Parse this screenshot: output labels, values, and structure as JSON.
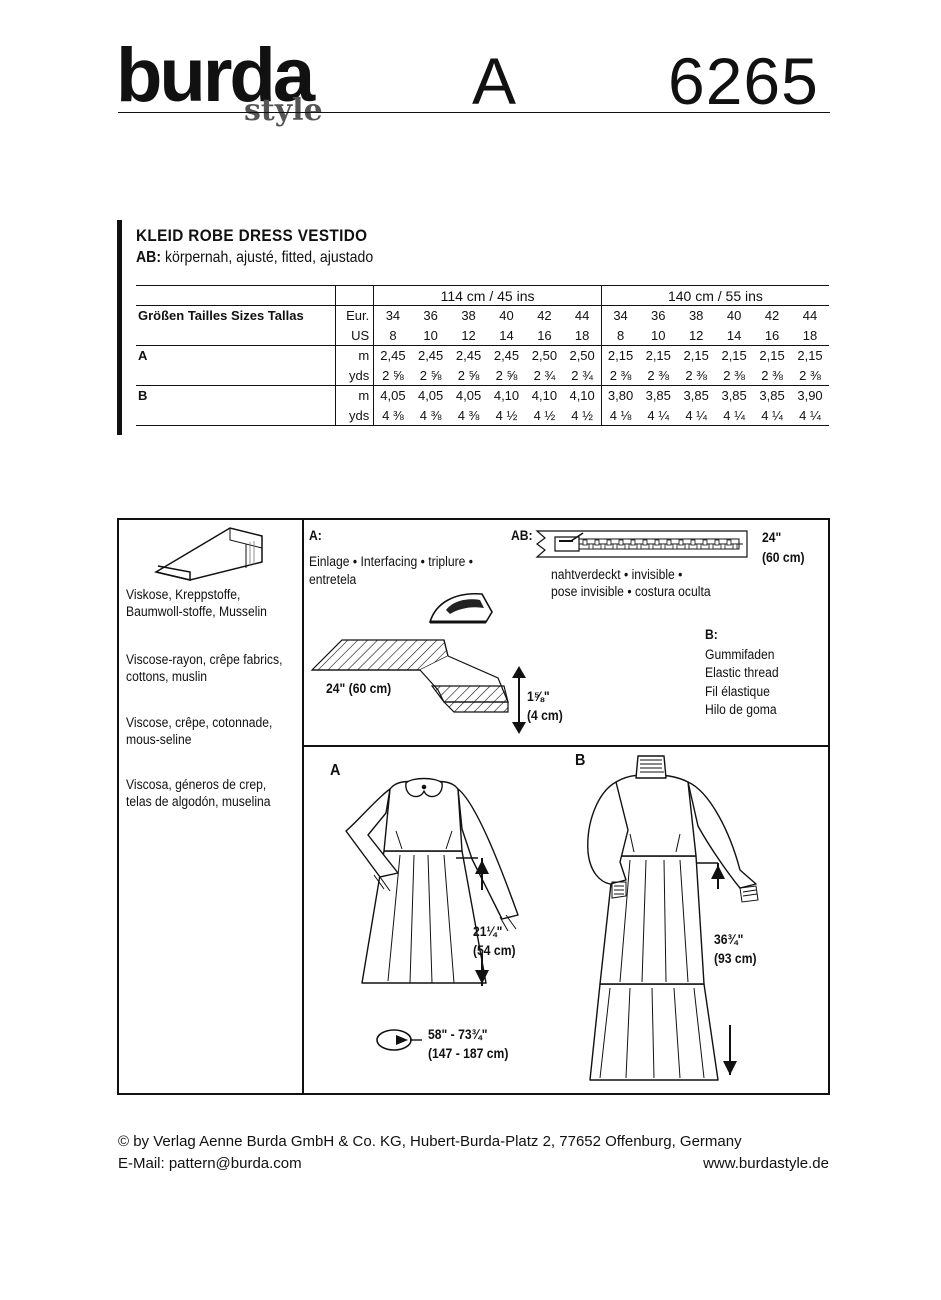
{
  "header": {
    "brand_main": "burda",
    "brand_sub": "style",
    "view": "A",
    "pattern_number": "6265"
  },
  "fabric": {
    "title": "KLEID ROBE DRESS VESTIDO",
    "fit_label": "AB:",
    "fit_text": "körpernah, ajusté, fitted, ajustado",
    "width_1": "114 cm / 45 ins",
    "width_2": "140 cm / 55 ins",
    "sizes_label": "Größen Tailles Sizes Tallas",
    "eur_label": "Eur.",
    "us_label": "US",
    "eur_sizes": [
      "34",
      "36",
      "38",
      "40",
      "42",
      "44",
      "34",
      "36",
      "38",
      "40",
      "42",
      "44"
    ],
    "us_sizes": [
      "8",
      "10",
      "12",
      "14",
      "16",
      "18",
      "8",
      "10",
      "12",
      "14",
      "16",
      "18"
    ],
    "rows": [
      {
        "view": "A",
        "m_label": "m",
        "yds_label": "yds",
        "m": [
          "2,45",
          "2,45",
          "2,45",
          "2,45",
          "2,50",
          "2,50",
          "2,15",
          "2,15",
          "2,15",
          "2,15",
          "2,15",
          "2,15"
        ],
        "yds": [
          "2 ⅝",
          "2 ⅝",
          "2 ⅝",
          "2 ⅝",
          "2 ¾",
          "2 ¾",
          "2 ⅜",
          "2 ⅜",
          "2 ⅜",
          "2 ⅜",
          "2 ⅜",
          "2 ⅜"
        ]
      },
      {
        "view": "B",
        "m_label": "m",
        "yds_label": "yds",
        "m": [
          "4,05",
          "4,05",
          "4,05",
          "4,10",
          "4,10",
          "4,10",
          "3,80",
          "3,85",
          "3,85",
          "3,85",
          "3,85",
          "3,90"
        ],
        "yds": [
          "4 ⅜",
          "4 ⅜",
          "4 ⅜",
          "4 ½",
          "4 ½",
          "4 ½",
          "4 ⅛",
          "4 ¼",
          "4 ¼",
          "4 ¼",
          "4 ¼",
          "4 ¼"
        ]
      }
    ]
  },
  "fabric_types": [
    "Viskose, Kreppstoffe, Baumwoll-stoffe, Musselin",
    "Viscose-rayon, crêpe fabrics, cottons, muslin",
    "Viscose, crêpe, cotonnade, mous-seline",
    "Viscosa, géneros de crep, telas de algodón, muselina"
  ],
  "notions": {
    "interfacing_label": "A:",
    "interfacing_line1": "Einlage • Interfacing • triplure •",
    "interfacing_line2": "entretela",
    "interfacing_length": "24\" (60 cm)",
    "interfacing_width_1": "1⅝\"",
    "interfacing_width_2": "(4 cm)",
    "zipper_label": "AB:",
    "zipper_line1": "nahtverdeckt • invisible •",
    "zipper_line2": "pose invisible • costura oculta",
    "zipper_length_1": "24\"",
    "zipper_length_2": "(60 cm)",
    "elastic_label": "B:",
    "elastic_lines": [
      "Gummifaden",
      "Elastic thread",
      "Fil élastique",
      "Hilo de goma"
    ]
  },
  "views": {
    "a_label": "A",
    "b_label": "B",
    "a_length_1": "21¼\"",
    "a_length_2": "(54 cm)",
    "a_hem_1": "58\" - 73¾\"",
    "a_hem_2": "(147 - 187 cm)",
    "b_length_1": "36¾\"",
    "b_length_2": "(93 cm)"
  },
  "footer": {
    "copyright": "© by Verlag Aenne Burda GmbH & Co. KG, Hubert-Burda-Platz 2, 77652 Offenburg, Germany",
    "email": "E-Mail: pattern@burda.com",
    "website": "www.burdastyle.de"
  }
}
